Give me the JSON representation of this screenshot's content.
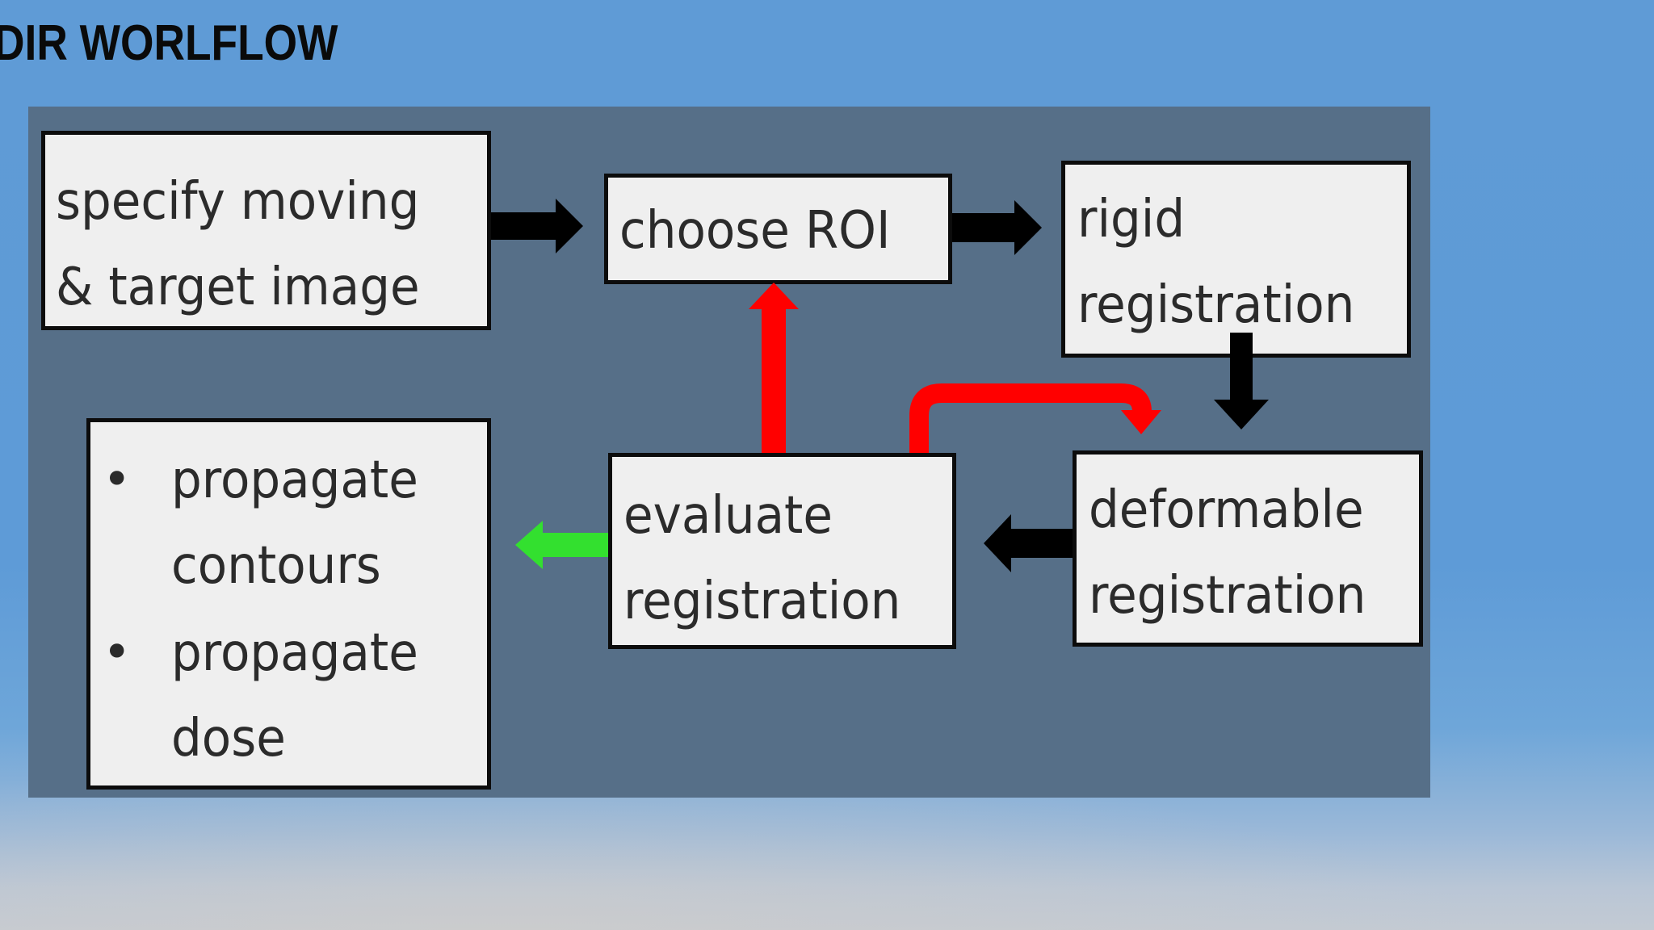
{
  "slide": {
    "title": "DIR WORLFLOW"
  },
  "diagram": {
    "nodes": {
      "start": {
        "lines": [
          "specify moving",
          "& target image"
        ]
      },
      "roi": {
        "lines": [
          "choose ROI"
        ]
      },
      "rigid": {
        "lines": [
          "rigid",
          "registration"
        ]
      },
      "evaluate": {
        "lines": [
          "evaluate",
          "registration"
        ]
      },
      "deformable": {
        "lines": [
          "deformable",
          "registration"
        ]
      },
      "outputs": {
        "bullets": [
          {
            "lines": [
              "propagate",
              "contours"
            ]
          },
          {
            "lines": [
              "propagate",
              "dose"
            ]
          }
        ],
        "bullet_glyph": "•"
      }
    },
    "edges": [
      {
        "from": "start",
        "to": "roi",
        "color": "#000000"
      },
      {
        "from": "roi",
        "to": "rigid",
        "color": "#000000"
      },
      {
        "from": "rigid",
        "to": "deformable",
        "color": "#000000"
      },
      {
        "from": "deformable",
        "to": "evaluate",
        "color": "#000000"
      },
      {
        "from": "evaluate",
        "to": "roi",
        "color": "#ff0000"
      },
      {
        "from": "evaluate",
        "to": "deformable",
        "color": "#ff0000"
      },
      {
        "from": "evaluate",
        "to": "outputs",
        "color": "#33e02f"
      }
    ],
    "colors": {
      "panel": "#566f88",
      "box_fill": "#efefef",
      "box_border": "#0c0c0c",
      "feedback": "#ff0000",
      "output": "#33e02f"
    }
  }
}
